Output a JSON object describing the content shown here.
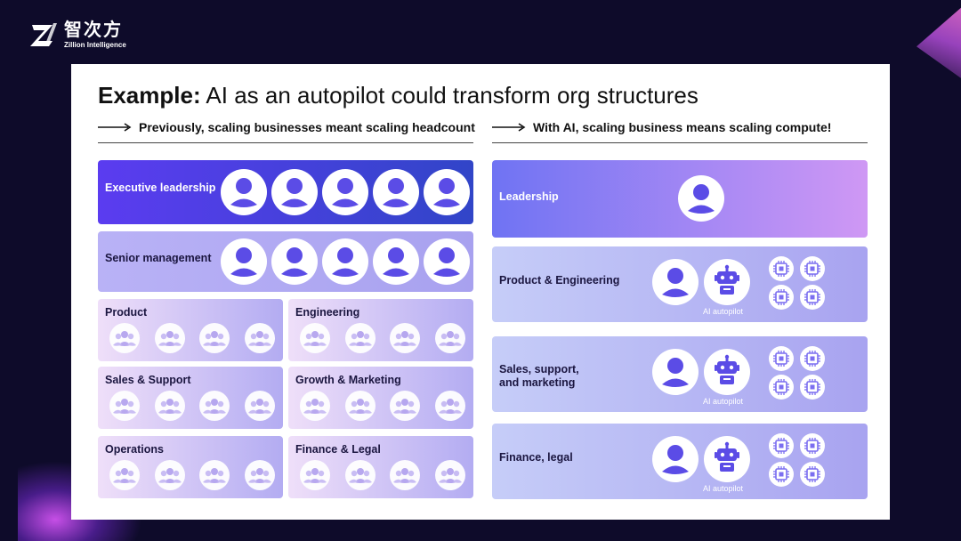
{
  "brand": {
    "name_cn": "智次方",
    "name_en": "Zillion Intelligence"
  },
  "slide": {
    "title_bold": "Example:",
    "title_rest": " AI as an autopilot could transform org structures",
    "left_heading": "Previously, scaling businesses meant scaling headcount",
    "right_heading": "With AI, scaling business means scaling compute!"
  },
  "left": {
    "executive": "Executive leadership",
    "senior": "Senior management",
    "teams": [
      "Product",
      "Engineering",
      "Sales & Support",
      "Growth & Marketing",
      "Operations",
      "Finance & Legal"
    ]
  },
  "right": {
    "leadership": "Leadership",
    "rows": [
      {
        "label_line1": "Product & Engineering",
        "label_line2": "",
        "ai_label": "AI autopilot"
      },
      {
        "label_line1": "Sales, support,",
        "label_line2": "and marketing",
        "ai_label": "AI autopilot"
      },
      {
        "label_line1": "Finance, legal",
        "label_line2": "",
        "ai_label": "AI autopilot"
      }
    ]
  },
  "colors": {
    "background": "#0e0b2a",
    "exec_start": "#5b3cf0",
    "exec_end": "#3145c8",
    "lavender": "#b6b0f5",
    "team_light": "#ecdaf8",
    "team_mid": "#a9a2f0",
    "leader_start": "#6f73f3",
    "leader_end": "#cf98f4",
    "person": "#5b4ce6"
  }
}
